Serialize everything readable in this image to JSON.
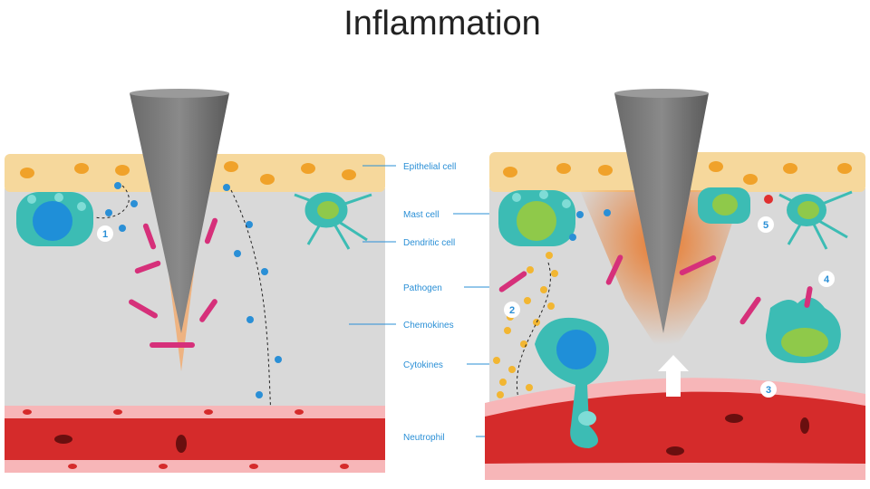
{
  "title": "Inflammation",
  "labels": {
    "epithelial": "Epithelial cell",
    "mast": "Mast cell",
    "dendritic": "Dendritic cell",
    "pathogen": "Pathogen",
    "chemokines": "Chemokines",
    "cytokines": "Cytokines",
    "neutrophil": "Neutrophil"
  },
  "steps": [
    "1",
    "2",
    "3",
    "4",
    "5"
  ],
  "colors": {
    "label": "#2a8fd6",
    "epithelium": "#f6d89c",
    "tissue": "#d9d9d9",
    "vessel": "#d52b2b",
    "vessel_wall": "#f7b6b8",
    "cell": "#3cbcb4",
    "pathogen": "#d6307a",
    "chemokine": "#2a8fd6",
    "cytokine": "#f2b632"
  }
}
